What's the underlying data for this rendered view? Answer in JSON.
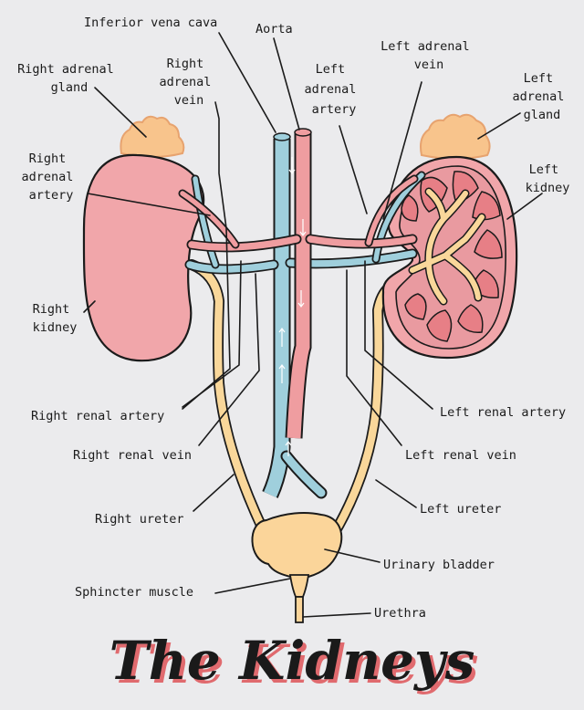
{
  "title": "The Kidneys",
  "labels": {
    "inferior_vena_cava": "Inferior vena cava",
    "aorta": "Aorta",
    "left_adrenal_vein": [
      "Left adrenal",
      "vein"
    ],
    "right_adrenal_gland": [
      "Right adrenal",
      "gland"
    ],
    "right_adrenal_vein": [
      "Right",
      "adrenal",
      "vein"
    ],
    "left_adrenal_artery": [
      "Left",
      "adrenal",
      "artery"
    ],
    "left_adrenal_gland": [
      "Left",
      "adrenal",
      "gland"
    ],
    "right_adrenal_artery": [
      "Right",
      "adrenal",
      "artery"
    ],
    "left_kidney": [
      "Left",
      "kidney"
    ],
    "right_kidney": [
      "Right",
      "kidney"
    ],
    "right_renal_artery": "Right renal artery",
    "left_renal_artery": "Left renal artery",
    "right_renal_vein": "Right renal vein",
    "left_renal_vein": "Left renal vein",
    "right_ureter": "Right ureter",
    "left_ureter": "Left ureter",
    "urinary_bladder": "Urinary bladder",
    "sphincter_muscle": "Sphincter muscle",
    "urethra": "Urethra"
  },
  "colors": {
    "background": "#ebebed",
    "kidney": "#f1a6aa",
    "kidney_outline": "#1b1b1b",
    "kidney_medulla": "#e77f86",
    "artery": "#ef9da0",
    "vein": "#9fcfdc",
    "ureter": "#f9d79a",
    "bladder": "#fbd59a",
    "adrenal_gland": "#f8c48c",
    "title": "#1a1a1a",
    "title_shadow": "#e06a6e"
  }
}
